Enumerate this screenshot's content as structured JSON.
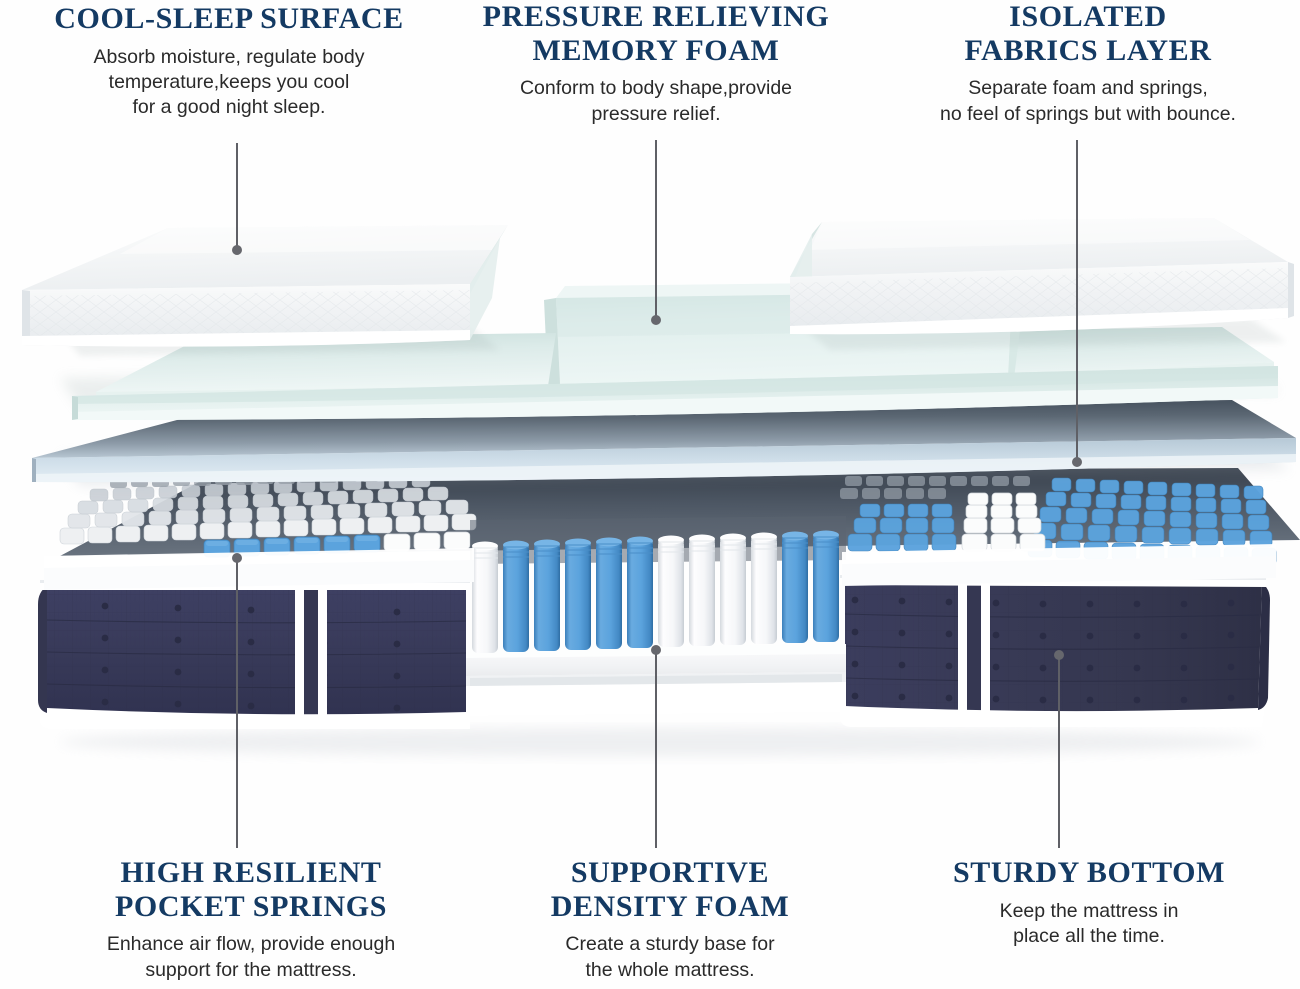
{
  "page": {
    "title": "Mattress Construction Layers Infographic",
    "background_color": "#ffffff",
    "heading_color": "#143a63",
    "body_text_color": "#2a2a2a",
    "leader_line_color": "#5f6066"
  },
  "callouts": {
    "top": [
      {
        "id": "cool-sleep-surface",
        "title": "COOL-SLEEP SURFACE",
        "description": "Absorb moisture, regulate body\ntemperature,keeps you cool\nfor a good night sleep."
      },
      {
        "id": "pressure-relieving-memory-foam",
        "title": "PRESSURE RELIEVING\nMEMORY FOAM",
        "description": "Conform to body shape,provide\npressure relief."
      },
      {
        "id": "isolated-fabrics-layer",
        "title": "ISOLATED\nFABRICS LAYER",
        "description": "Separate foam and springs,\nno feel of springs but with bounce."
      }
    ],
    "bottom": [
      {
        "id": "high-resilient-pocket-springs",
        "title": "HIGH RESILIENT\nPOCKET SPRINGS",
        "description": "Enhance air flow, provide enough\nsupport for the mattress."
      },
      {
        "id": "supportive-density-foam",
        "title": "SUPPORTIVE\nDENSITY FOAM",
        "description": "Create a sturdy base for\nthe whole mattress."
      },
      {
        "id": "sturdy-bottom",
        "title": "STURDY BOTTOM",
        "description": "Keep the mattress in\nplace all the time."
      }
    ]
  },
  "layers": [
    {
      "name": "cool-sleep-surface-foam",
      "label": "Cool-sleep surface cover foam",
      "color": "#f4f6f7",
      "accent": "#e8ecef",
      "order": 1
    },
    {
      "name": "memory-foam-slab",
      "label": "Pressure relieving memory foam",
      "color": "#dfeeec",
      "accent": "#c3dcd9",
      "order": 2
    },
    {
      "name": "isolated-fabric-layer",
      "label": "Isolated fabrics layer",
      "color": "#aebfcd",
      "accent": "#56606c",
      "order": 3
    },
    {
      "name": "pocket-spring-unit",
      "label": "High resilient pocket springs",
      "color": "#5ba3dd",
      "accent": "#f2f4f6",
      "order": 4
    },
    {
      "name": "density-base-foam",
      "label": "Supportive density foam base",
      "color": "#f5f6f7",
      "accent": "#e1e4e7",
      "order": 5
    },
    {
      "name": "sturdy-bottom-panel",
      "label": "Sturdy bottom quilted panel",
      "color": "#3b3d5d",
      "accent": "#ffffff",
      "order": 6
    }
  ],
  "palette": {
    "spring_blue": "#5ba3dd",
    "spring_blue_dark": "#3f83bd",
    "spring_white": "#fdfdfd",
    "spring_white_shade": "#d9dde1",
    "navy_panel": "#3b3d5d",
    "navy_panel_dark": "#2c2e48",
    "navy_stitch": "#262840",
    "mint_foam": "#dfeeec",
    "mint_foam_dark": "#bdd6d3",
    "fabric_top_dark": "#4b5663",
    "fabric_bottom_light": "#d5e2ec",
    "white_foam": "#f6f7f8",
    "white_piping": "#ffffff",
    "shadow_grey": "#6e7882"
  }
}
